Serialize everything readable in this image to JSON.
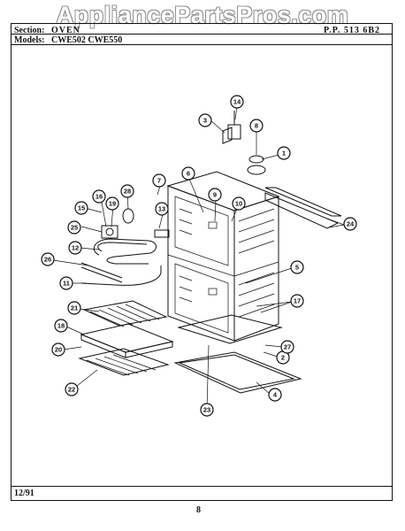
{
  "watermark": "AppliancePartsPros.com",
  "header": {
    "section_label": "Section:",
    "section_value": "OVEN",
    "page_code": "P.P. 513 6B2",
    "models_label": "Models:",
    "models_value": "CWE502 CWE550"
  },
  "footer": {
    "date": "12/91",
    "page_number": "8"
  },
  "callouts": [
    "1",
    "2",
    "3",
    "4",
    "5",
    "6",
    "7",
    "8",
    "9",
    "10",
    "11",
    "12",
    "13",
    "14",
    "15",
    "16",
    "17",
    "18",
    "19",
    "20",
    "21",
    "22",
    "23",
    "24",
    "25",
    "26",
    "27",
    "28"
  ]
}
